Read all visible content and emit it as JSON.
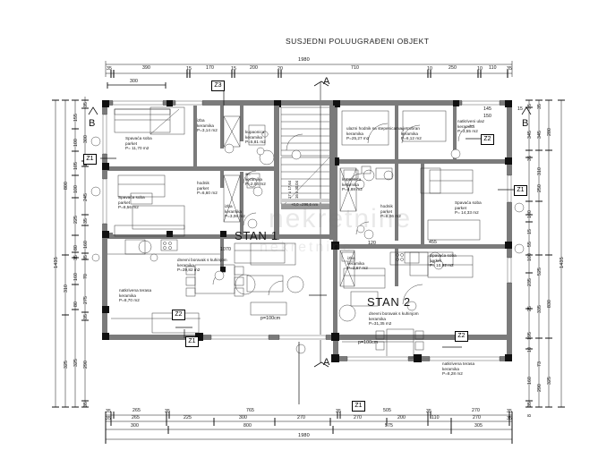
{
  "document": {
    "type": "architectural-floor-plan",
    "header_title": "SUSJEDNI POLUUGRAĐENI OBJEKT",
    "watermark_primary": "nekretnine",
    "watermark_secondary": "nekretnine"
  },
  "apartments": [
    {
      "id": "stan-1",
      "label": "STAN 1"
    },
    {
      "id": "stan-2",
      "label": "STAN 2"
    }
  ],
  "rooms": [
    {
      "id": "spavaca-soba-1",
      "name": "Spavaća soba",
      "finish": "parket",
      "area": "P= 11,70 m2"
    },
    {
      "id": "spavaca-soba-2",
      "name": "Spavaća soba",
      "finish": "parket",
      "area": "P=8,56 m2"
    },
    {
      "id": "izba-1",
      "name": "izba",
      "finish": "keramika",
      "area": "P=3,14 m2"
    },
    {
      "id": "hodnik-1",
      "name": "hodnik",
      "finish": "parket",
      "area": "P=6,60 m2"
    },
    {
      "id": "kupaonica-1",
      "name": "kupaonica",
      "finish": "keramika",
      "area": "P=5,81 m2"
    },
    {
      "id": "wc-1",
      "name": "wc",
      "finish": "keramika",
      "area": "P=2,04 m2"
    },
    {
      "id": "izba-2",
      "name": "izba",
      "finish": "keramika",
      "area": "P=3,06 m2"
    },
    {
      "id": "dnevni-boravak-1",
      "name": "dnevni boravak s kuhinjom",
      "finish": "keramika",
      "area": "P=39,82 m2"
    },
    {
      "id": "natkrivena-terasa-1",
      "name": "natkrivena terasa",
      "finish": "keramika",
      "area": "P=8,70 m2"
    },
    {
      "id": "ulazni-hodnik",
      "name": "ulazni hodnik sa stepenicama",
      "finish": "keramika",
      "area": "P=25,27 m2"
    },
    {
      "id": "vjetrobran",
      "name": "vjetrobran",
      "finish": "keramika",
      "area": "P=6,12 m2"
    },
    {
      "id": "natkriveni-ulaz",
      "name": "natkriveni ulaz",
      "finish": "keramika",
      "area": "P=3,55 m2"
    },
    {
      "id": "kupaonica-2",
      "name": "kupaonica",
      "finish": "keramika",
      "area": "P=4,88 m2"
    },
    {
      "id": "hodnik-2",
      "name": "hodnik",
      "finish": "parket",
      "area": "P=8,06 m2"
    },
    {
      "id": "spavaca-soba-3",
      "name": "Spavaća soba",
      "finish": "parket",
      "area": "P= 14,33 m2"
    },
    {
      "id": "spavaca-soba-4",
      "name": "Spavaća soba",
      "finish": "parket",
      "area": "P= 10,92 m2"
    },
    {
      "id": "izba-3",
      "name": "izba",
      "finish": "keramika",
      "area": "P=2,67 m2"
    },
    {
      "id": "dnevni-boravak-2",
      "name": "dnevni boravak s kuhinjom",
      "finish": "keramika",
      "area": "P=31,35 m2"
    },
    {
      "id": "natkrivena-terasa-2",
      "name": "natkrivena terasa",
      "finish": "keramika",
      "area": "P=8,28 m2"
    }
  ],
  "markers": {
    "z_labels": [
      "Z3",
      "Z2",
      "Z1",
      "Z1",
      "Z2",
      "Z1",
      "Z2",
      "Z1"
    ],
    "section_letters": [
      "A",
      "A",
      "B",
      "B"
    ]
  },
  "stair": {
    "risers": "17 x 17,64",
    "treads": "16 x 30,04",
    "level": "+0,0 =296,6 nm"
  },
  "dimensions": {
    "top_overall": "1980",
    "top_chain": [
      "35",
      "390",
      "15",
      "170",
      "15",
      "200",
      "20",
      "710",
      "10",
      "250",
      "10",
      "110",
      "35"
    ],
    "top_inner": [
      "300"
    ],
    "top_detail_right": [
      "145",
      "15"
    ],
    "bottom_chain_1": [
      "35",
      "265",
      "35",
      "765",
      "35",
      "505",
      "35",
      "270",
      "35"
    ],
    "bottom_chain_2": [
      "35",
      "265",
      "225",
      "300",
      "270",
      "270",
      "200",
      "110",
      "270",
      "35"
    ],
    "bottom_chain_3": [
      "300",
      "800",
      "575",
      "305"
    ],
    "bottom_overall": "1980",
    "left_overall": "1435",
    "left_chain_a": [
      "800",
      "310",
      "325"
    ],
    "left_chain_b": [
      "155",
      "100",
      "105",
      "100",
      "225",
      "80",
      "35",
      "160",
      "80",
      "325"
    ],
    "left_chain_c": [
      "35",
      "300",
      "15",
      "245",
      "35",
      "160",
      "35",
      "70",
      "275",
      "35",
      "290",
      "35"
    ],
    "right_overall": "1435",
    "right_chain_a": [
      "280",
      "830",
      "325"
    ],
    "right_chain_b": [
      "35",
      "345",
      "35",
      "250",
      "100",
      "15",
      "55",
      "100",
      "235",
      "25",
      "335",
      "195",
      "10",
      "73",
      "160",
      "35"
    ],
    "right_chain_c": [
      "35",
      "345",
      "310",
      "525",
      "290",
      "8"
    ],
    "interior_marks": [
      "1070",
      "455",
      "120",
      "p=100cm",
      "p=100cm",
      "150"
    ]
  }
}
